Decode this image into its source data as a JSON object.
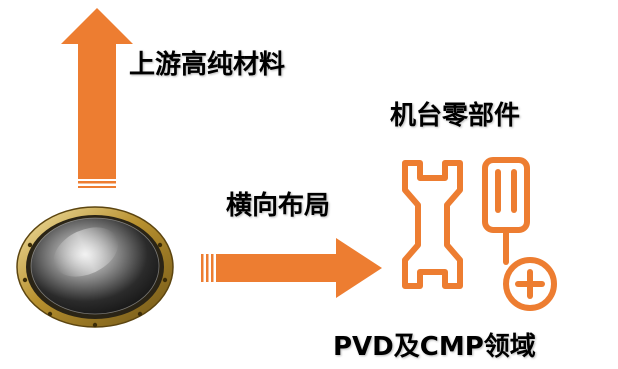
{
  "labels": {
    "upstream": "上游高纯材料",
    "parts": "机台零部件",
    "horizontal": "横向布局",
    "domain": "PVD及CMP领域"
  },
  "colors": {
    "accent": "#ED7D31",
    "text": "#000000"
  },
  "icons": [
    "sputtering-target-icon",
    "wrench-icon",
    "screwdriver-icon",
    "plus-icon"
  ]
}
